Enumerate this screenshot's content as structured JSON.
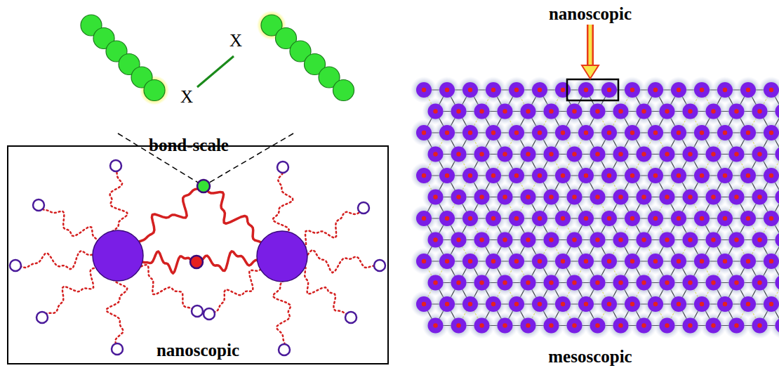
{
  "diagram": {
    "nodes": [
      {
        "text": [
          "nanoscopic"
        ]
      }
    ],
    "labels": [
      "bond-scale",
      "X",
      "X",
      "nanoscopic",
      "mesoscopic"
    ]
  }
}
